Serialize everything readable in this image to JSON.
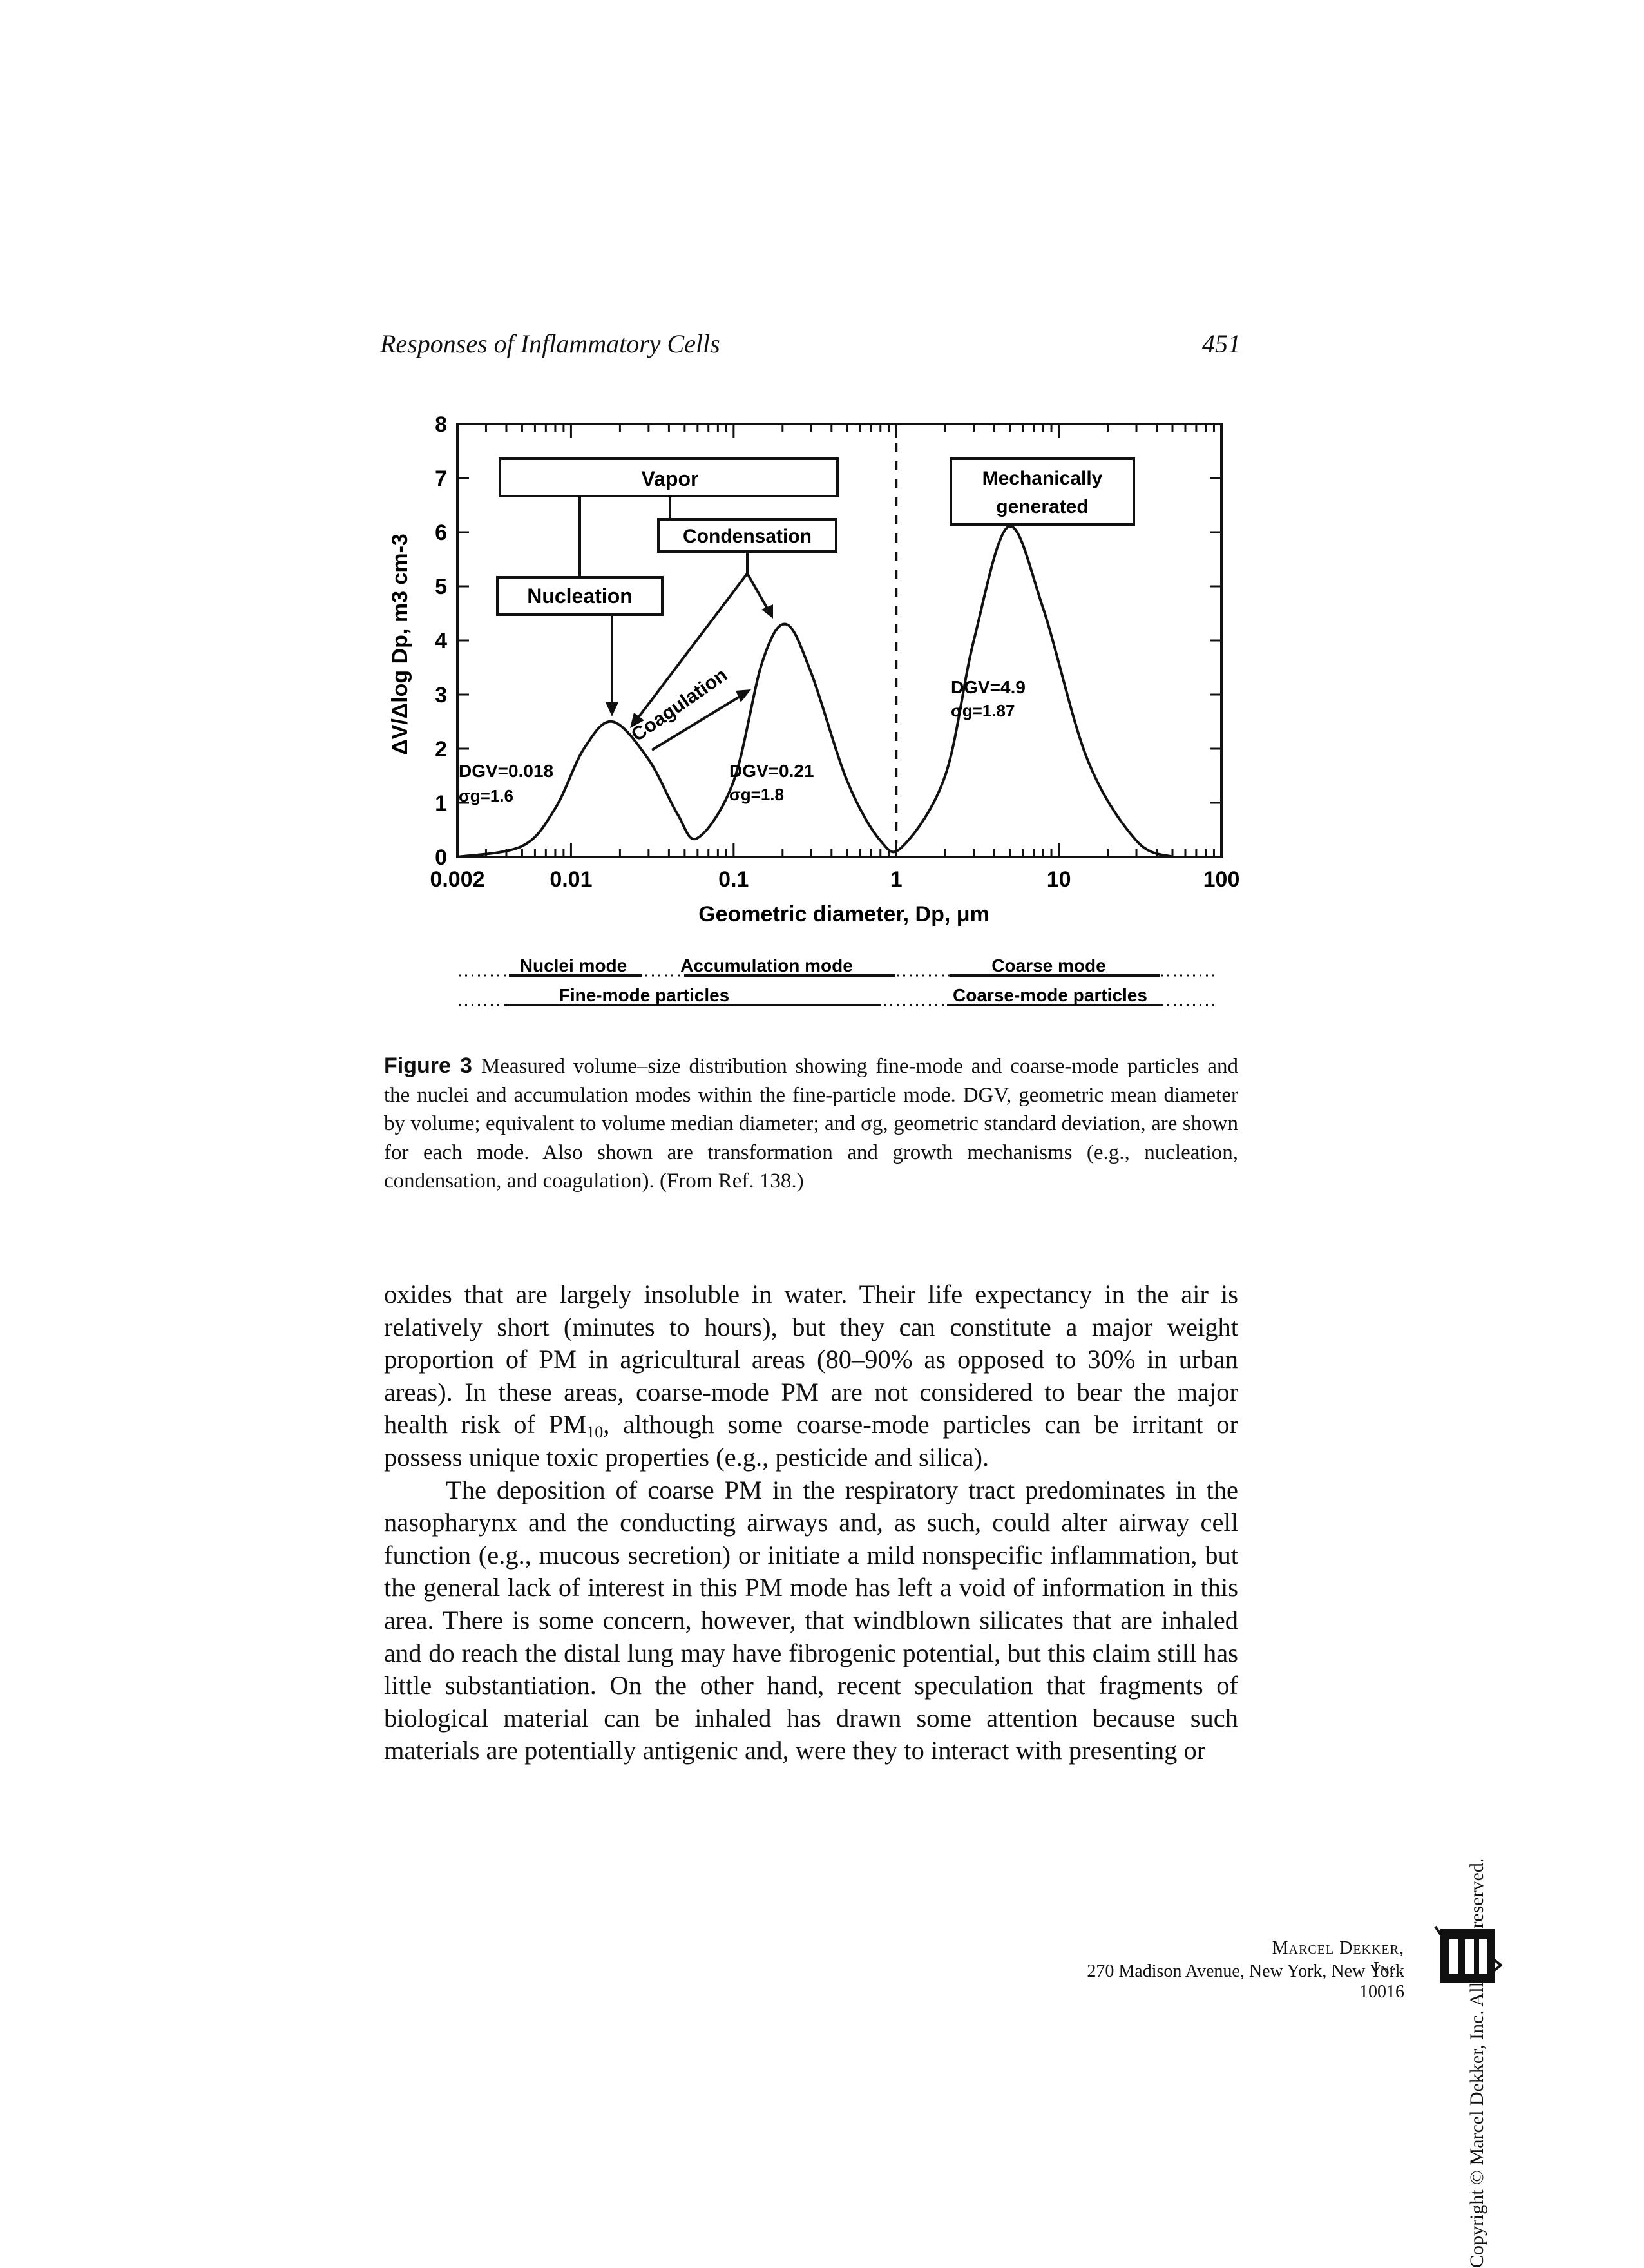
{
  "header": {
    "running_title": "Responses of Inflammatory Cells",
    "page_number": "451"
  },
  "figure": {
    "chart_data": {
      "type": "line",
      "x_scale": "log",
      "xlim": [
        0.002,
        100
      ],
      "ylim": [
        0,
        8
      ],
      "xlabel": "Geometric diameter, Dp, μm",
      "ylabel": "ΔV/Δlog Dp, m3 cm-3",
      "x_ticks": [
        "0.002",
        "0.01",
        "0.1",
        "1",
        "10",
        "100"
      ],
      "y_ticks": [
        "0",
        "1",
        "2",
        "3",
        "4",
        "5",
        "6",
        "7",
        "8"
      ],
      "series": [
        {
          "points": [
            [
              0.002,
              0
            ],
            [
              0.005,
              0.2
            ],
            [
              0.008,
              0.9
            ],
            [
              0.012,
              2.0
            ],
            [
              0.018,
              2.5
            ],
            [
              0.03,
              1.8
            ],
            [
              0.045,
              0.8
            ],
            [
              0.06,
              0.35
            ],
            [
              0.1,
              1.4
            ],
            [
              0.15,
              3.6
            ],
            [
              0.21,
              4.3
            ],
            [
              0.3,
              3.4
            ],
            [
              0.5,
              1.4
            ],
            [
              0.8,
              0.3
            ],
            [
              1.1,
              0.2
            ],
            [
              2.0,
              1.5
            ],
            [
              3.0,
              4.0
            ],
            [
              4.9,
              6.1
            ],
            [
              8,
              4.6
            ],
            [
              15,
              1.8
            ],
            [
              30,
              0.3
            ],
            [
              50,
              0
            ]
          ]
        }
      ],
      "divider_x": 1,
      "labels": {
        "vapor": "Vapor",
        "condensation": "Condensation",
        "nucleation": "Nucleation",
        "mechanical_line1": "Mechanically",
        "mechanical_line2": "generated",
        "coagulation": "Coagulation",
        "mode1_dgv": "DGV=0.018",
        "mode1_sigma": "σg=1.6",
        "mode2_dgv": "DGV=0.21",
        "mode2_sigma": "σg=1.8",
        "mode3_dgv": "DGV=4.9",
        "mode3_sigma": "σg=1.87"
      },
      "mode_labels": {
        "nuclei": "Nuclei mode",
        "accumulation": "Accumulation mode",
        "coarse": "Coarse mode",
        "fine_particles": "Fine-mode particles",
        "coarse_particles": "Coarse-mode particles"
      }
    },
    "caption_label": "Figure 3",
    "caption_text": "Measured volume–size distribution showing fine-mode and coarse-mode particles and the nuclei and accumulation modes within the fine-particle mode. DGV, geometric mean diameter by volume; equivalent to volume median diameter; and σg, geometric standard deviation, are shown for each mode. Also shown are transformation and growth mechanisms (e.g., nucleation, condensation, and coagulation). (From Ref. 138.)"
  },
  "body": {
    "p1_a": "oxides that are largely insoluble in water. Their life expectancy in the air is relatively short (minutes to hours), but they can constitute a major weight proportion of PM in agricultural areas (80–90% as opposed to 30% in urban areas). In these areas, coarse-mode PM are not considered to bear the major health risk of PM",
    "p1_sub": "10",
    "p1_b": ", although some coarse-mode particles can be irritant or possess unique toxic properties (e.g., pesticide and silica).",
    "p2": "The deposition of coarse PM in the respiratory tract predominates in the nasopharynx and the conducting airways and, as such, could alter airway cell function (e.g., mucous secretion) or initiate a mild nonspecific inflammation, but the general lack of interest in this PM mode has left a void of information in this area. There is some concern, however, that windblown silicates that are inhaled and do reach the distal lung may have fibrogenic potential, but this claim still has little substantiation. On the other hand, recent speculation that fragments of biological material can be inhaled has drawn some attention because such materials are potentially antigenic and, were they to interact with presenting or"
  },
  "footer": {
    "copyright": "Copyright © Marcel Dekker, Inc. All rights reserved.",
    "publisher_name": "Marcel Dekker, Inc.",
    "publisher_address": "270 Madison Avenue, New York, New York 10016"
  }
}
